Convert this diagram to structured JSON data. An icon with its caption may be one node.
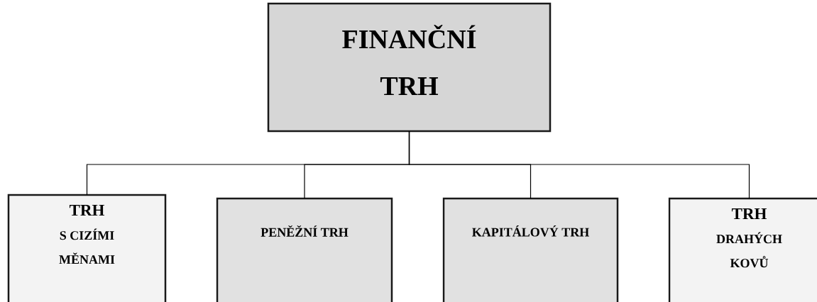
{
  "diagram": {
    "nodes": [
      {
        "text": [
          "FINANČNÍ TRH"
        ]
      },
      {
        "text": [
          "TRH",
          "S CIZÍMI MĚNAMI"
        ]
      },
      {
        "text": [
          "PENĚŽNÍ TRH"
        ]
      },
      {
        "text": [
          "KAPITÁLOVÝ TRH"
        ]
      },
      {
        "text": [
          "TRH",
          "DRAHÝCH KOVŮ"
        ]
      }
    ],
    "edges": [
      {
        "from": 0,
        "to": 1,
        "arrow": "none"
      },
      {
        "from": 0,
        "to": 2,
        "arrow": "none"
      },
      {
        "from": 0,
        "to": 3,
        "arrow": "none"
      },
      {
        "from": 0,
        "to": 4,
        "arrow": "none"
      }
    ]
  }
}
